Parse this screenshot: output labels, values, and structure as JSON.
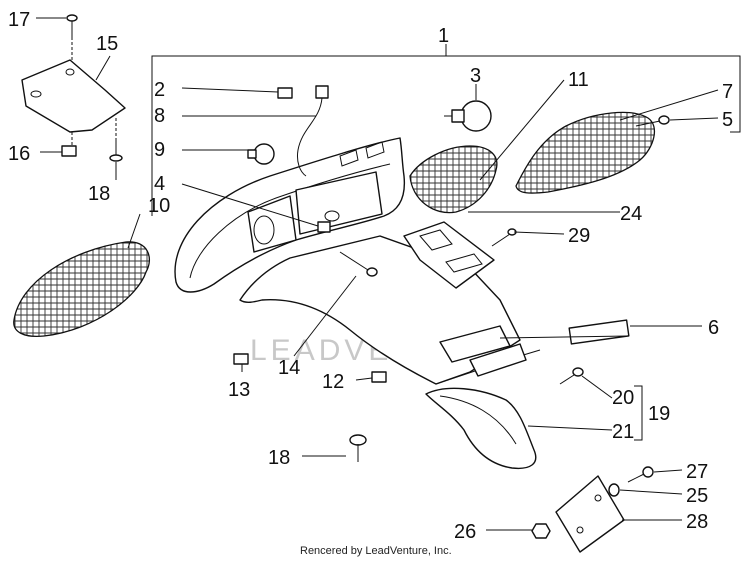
{
  "callouts": {
    "c1": "1",
    "c2": "2",
    "c3": "3",
    "c4": "4",
    "c5": "5",
    "c6": "6",
    "c7": "7",
    "c8": "8",
    "c9": "9",
    "c10": "10",
    "c11": "11",
    "c12": "12",
    "c13": "13",
    "c14": "14",
    "c15": "15",
    "c16": "16",
    "c17": "17",
    "c18a": "18",
    "c18b": "18",
    "c19": "19",
    "c20": "20",
    "c21": "21",
    "c24": "24",
    "c25": "25",
    "c26": "26",
    "c27": "27",
    "c28": "28",
    "c29": "29"
  },
  "watermark": "LEADVENTURE",
  "credit": "Rencered by LeadVenture, Inc."
}
